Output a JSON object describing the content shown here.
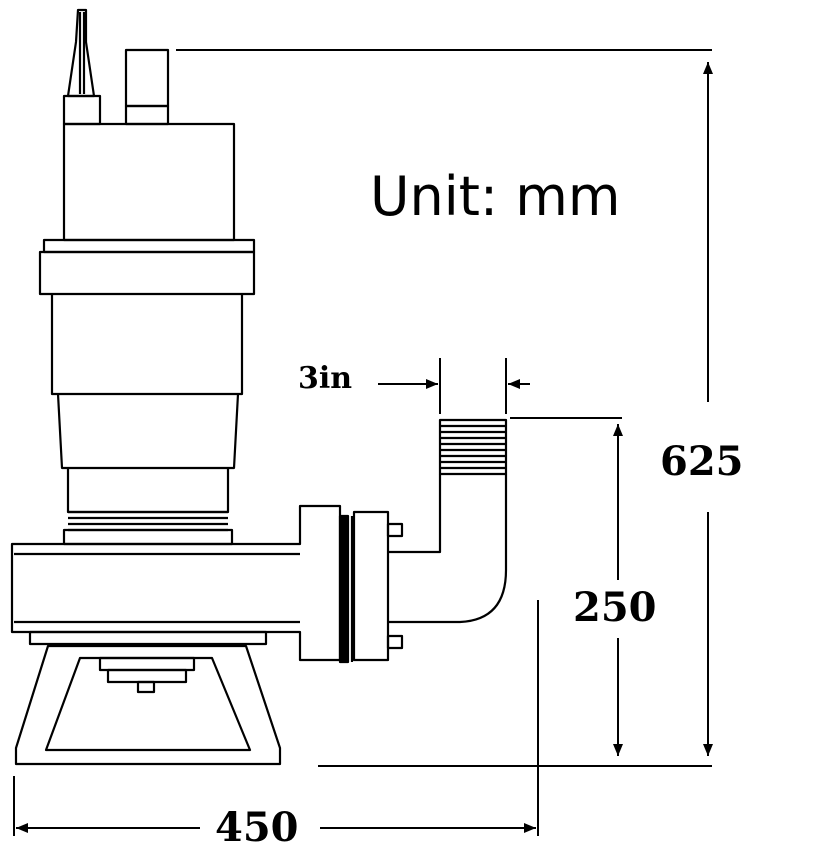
{
  "unit_label": "Unit: mm",
  "dimensions": {
    "height_total": "625",
    "outlet_height": "250",
    "width": "450",
    "outlet_size": "3in"
  },
  "colors": {
    "line": "#000000",
    "background": "#ffffff"
  }
}
